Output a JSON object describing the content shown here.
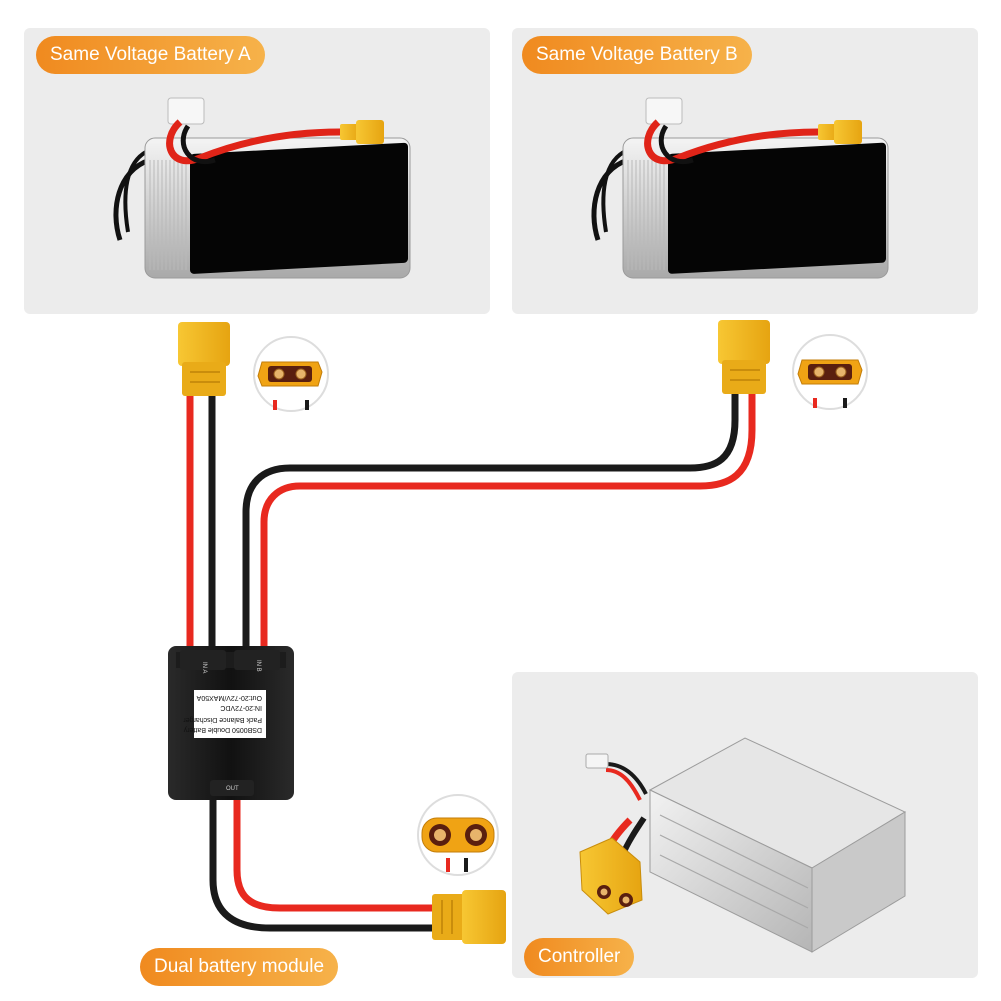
{
  "labels": {
    "battery_a": "Same Voltage Battery A",
    "battery_b": "Same Voltage Battery B",
    "module": "Dual battery module",
    "controller": "Controller"
  },
  "module_label": {
    "line1": "DSB0050 Double Battery",
    "line2": "Pack Balance Discharger",
    "line3": "IN:20-72VDC",
    "line4": "Out:20-72V/MAX50A"
  },
  "ports": {
    "in_a": "IN A",
    "in_b": "IN B",
    "out": "OUT"
  },
  "colors": {
    "accent": "#f39a2b",
    "wire_red": "#e8291f",
    "wire_black": "#1a1a1a",
    "connector_yellow": "#f3b81c",
    "panel_bg": "#ececec"
  }
}
